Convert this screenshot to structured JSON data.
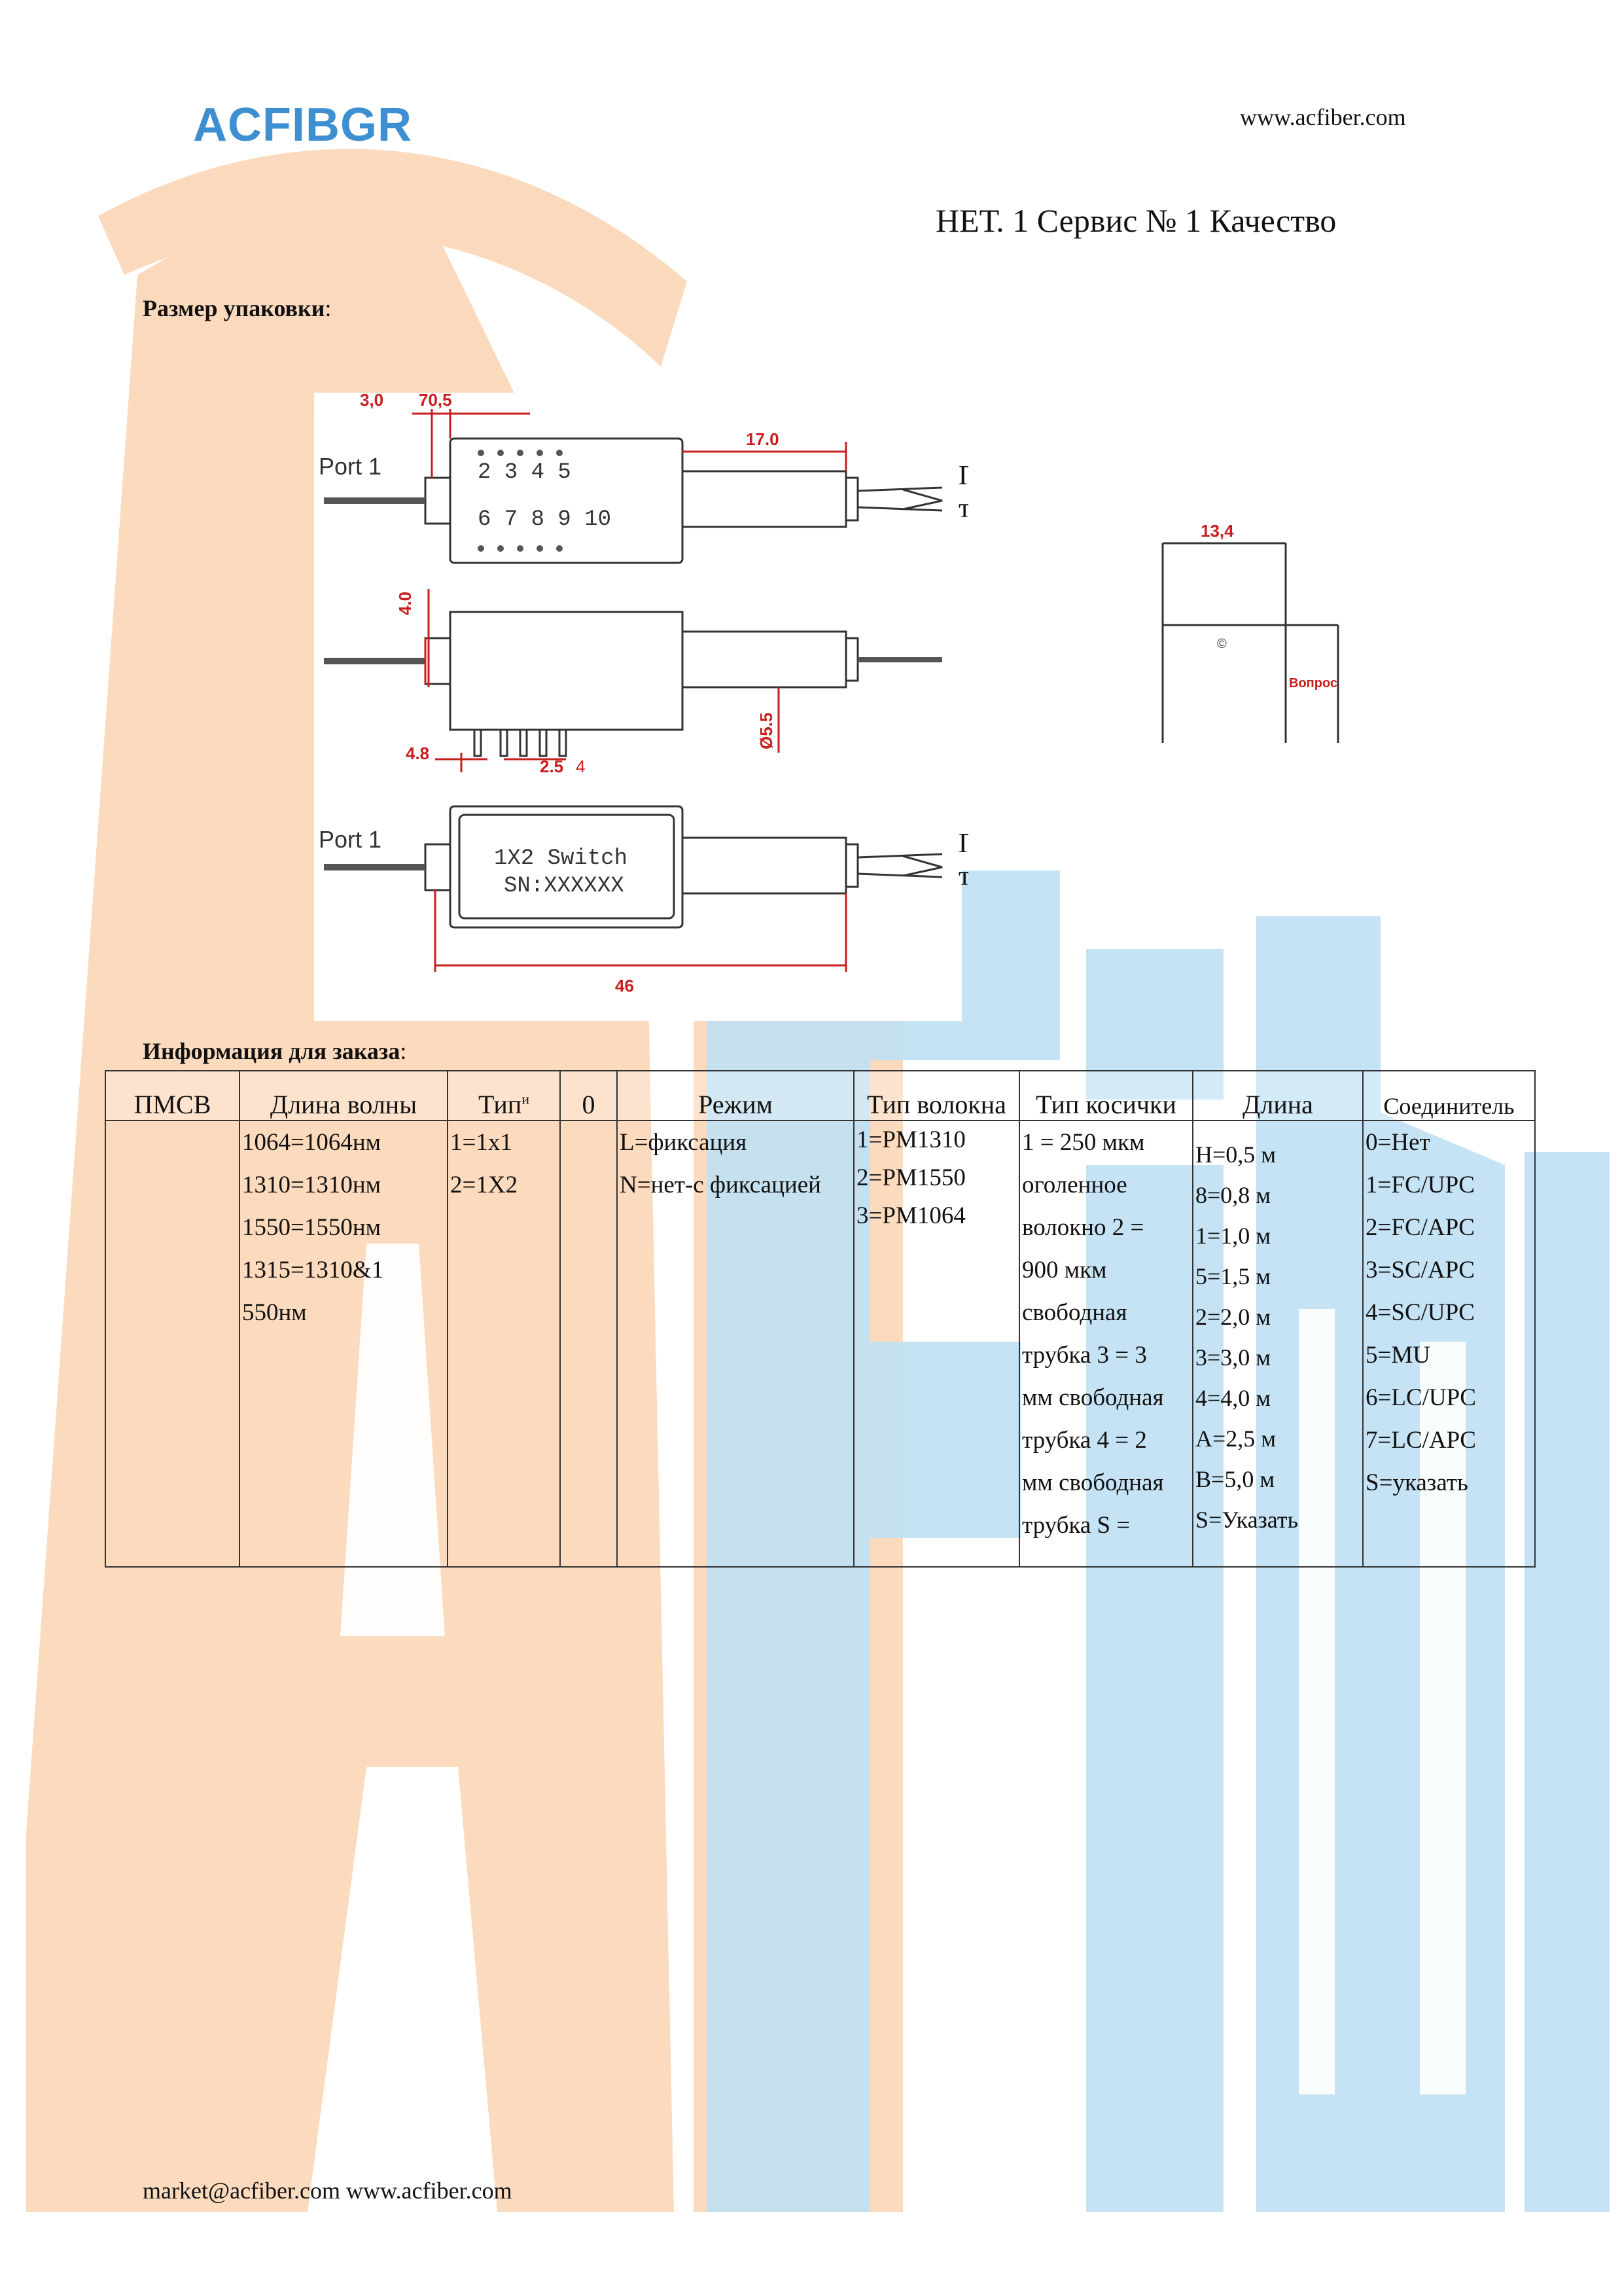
{
  "header": {
    "logo": "ACFIBGR",
    "site": "www.acfiber.com",
    "slogan": "НЕТ. 1 Сервис № 1 Качество"
  },
  "sections": {
    "package_size_label": "Размер упаковки",
    "package_size_colon": ":",
    "order_info_label": "Информация для заказа",
    "order_info_colon": ":"
  },
  "drawing": {
    "top_view": {
      "port_label": "Port  1",
      "dim_left": "3,0",
      "dim_body": "70,5",
      "dim_tube": "17.0",
      "tail_label_line1": "Пор",
      "tail_label_line2": "т",
      "pin_numbers_top": "2 3 4 5",
      "pin_numbers_bottom": "6 7 8 9 10"
    },
    "side_view": {
      "dim_height": "4.0",
      "dim_pin_left": "4.8",
      "dim_pin_pitch": "2.5",
      "dim_pin_count": "4",
      "dim_tube_dia": "Ø5.5"
    },
    "bottom_view": {
      "port_label": "Port  1",
      "label_line1": "1X2  Switch",
      "label_line2": "SN:XXXXXX",
      "dim_length": "46",
      "tail_label_line1": "Пор",
      "tail_label_line2": "т"
    },
    "end_view": {
      "dim_width": "13,4",
      "mark": "©",
      "note": "Вопрос"
    }
  },
  "table": {
    "headers": [
      "ПМСВ",
      "Длина волны",
      "Тип",
      "0",
      "Режим",
      "Тип волокна",
      "Тип косички",
      "Длина",
      "Соединитель"
    ],
    "type_superscript": "и",
    "wavelength": [
      "1064=1064нм",
      "1310=1310нм",
      "1550=1550нм",
      "1315=1310&1",
      "550нм"
    ],
    "type": [
      "1=1x1",
      "2=1X2"
    ],
    "mode": [
      "L=фиксация",
      "N=нет-с фиксацией"
    ],
    "fiber": [
      "1=PM1310",
      "2=PM1550",
      "3=PM1064"
    ],
    "pigtail": [
      "1 = 250 мкм",
      "оголенное",
      "волокно 2 =",
      "900 мкм",
      "свободная",
      "трубка 3 = 3",
      "мм свободная",
      "трубка 4 = 2",
      "мм свободная",
      "трубка S ="
    ],
    "length": [
      "H=0,5 м",
      "8=0,8 м",
      "1=1,0 м",
      "5=1,5 м",
      "2=2,0 м",
      "3=3,0 м",
      "4=4,0 м",
      "A=2,5 м",
      "B=5,0 м",
      "S=Указать"
    ],
    "connector": [
      "0=Нет",
      "1=FC/UPC",
      "2=FC/APC",
      "3=SC/APC",
      "4=SC/UPC",
      "5=MU",
      "6=LC/UPC",
      "7=LC/APC",
      "S=указать"
    ]
  },
  "footer": {
    "text": "market@acfiber.com www.acfiber.com"
  },
  "colors": {
    "logo": "#3d8fd2",
    "watermark_orange": "#f9c7a0",
    "watermark_blue": "#b5d9f0",
    "dimension_red": "#c81e1e"
  }
}
